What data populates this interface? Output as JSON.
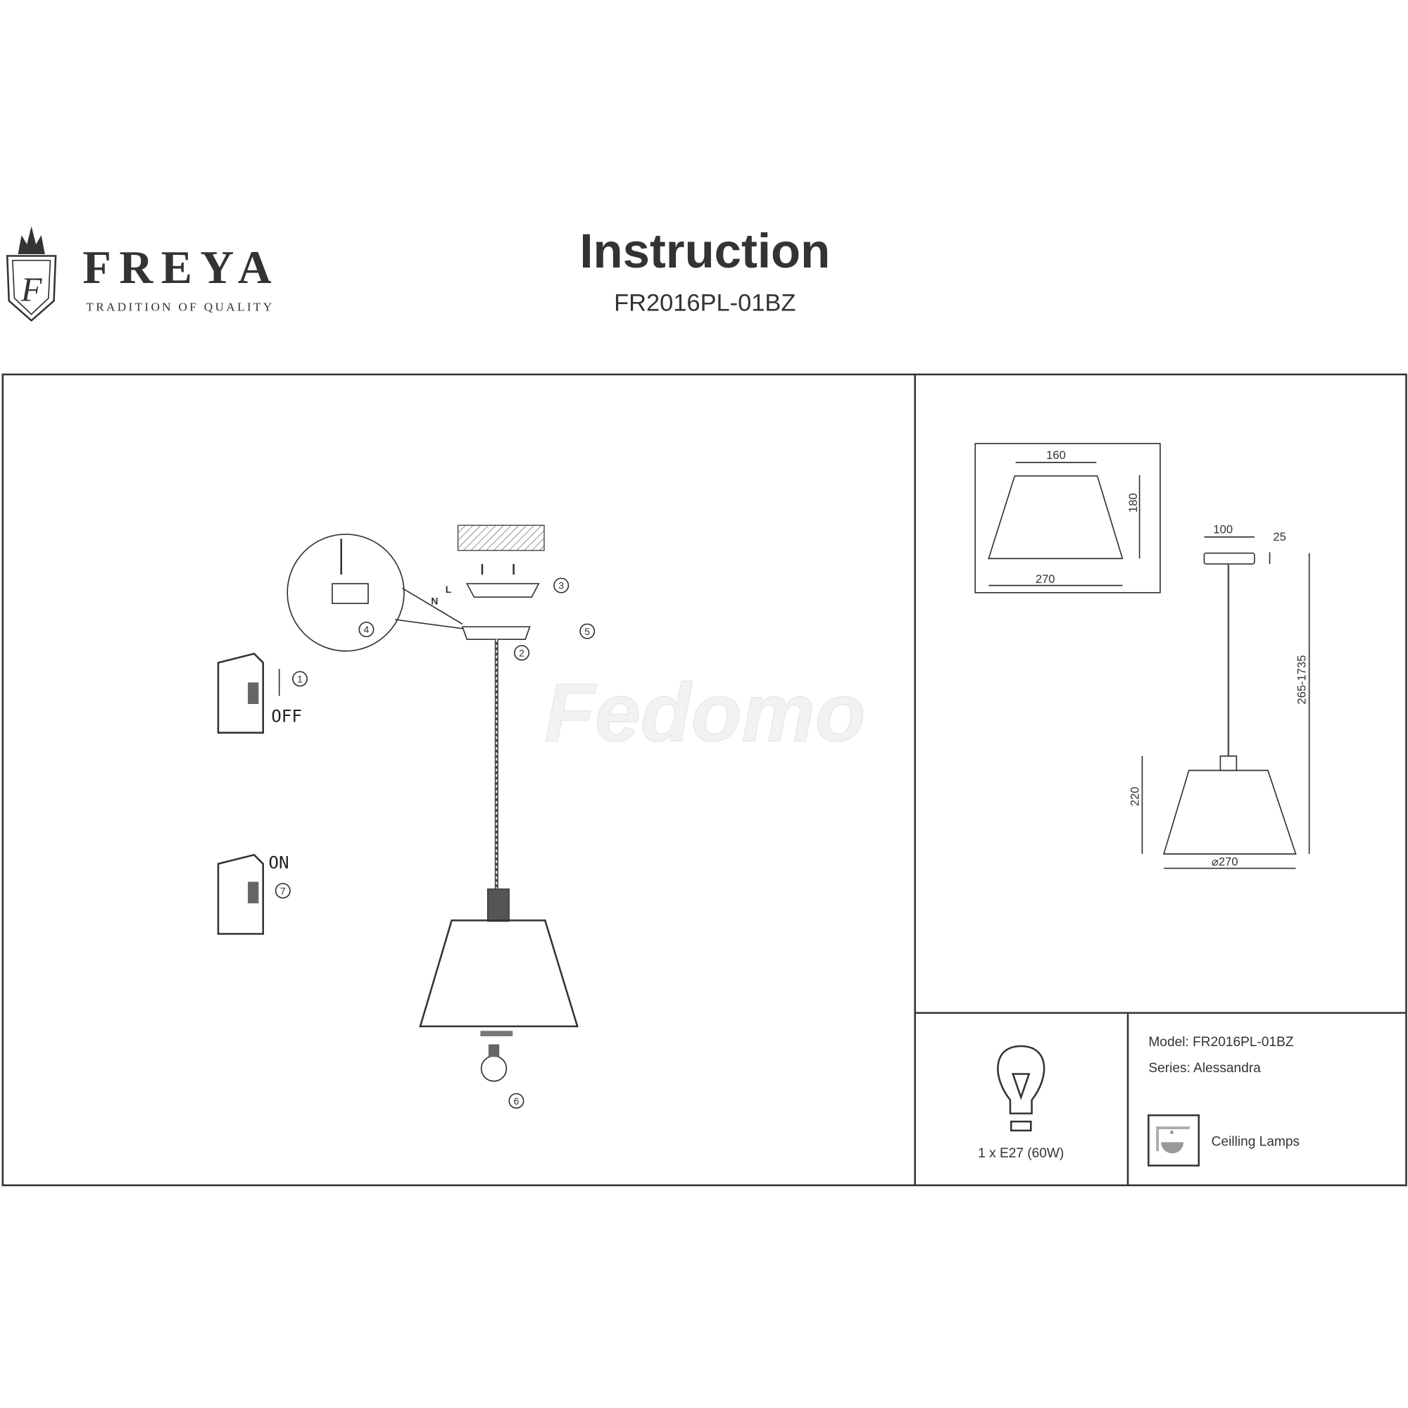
{
  "brand": {
    "name": "FREYA",
    "tagline": "TRADITION OF QUALITY",
    "monogram": "F"
  },
  "header": {
    "title": "Instruction",
    "model_code": "FR2016PL-01BZ"
  },
  "assembly": {
    "steps": [
      "1",
      "2",
      "3",
      "4",
      "5",
      "6",
      "7"
    ],
    "switch_off_label": "OFF",
    "switch_on_label": "ON",
    "wire_n": "N",
    "wire_l": "L",
    "watermark": "Fedomo"
  },
  "dimensions": {
    "shade_top": "160",
    "shade_height": "180",
    "shade_bottom": "270",
    "canopy_diameter": "100",
    "canopy_height": "25",
    "total_height": "265-1735",
    "lamp_height": "220",
    "lamp_diameter": "⌀270"
  },
  "specs": {
    "bulb": "1 x E27 (60W)",
    "model": "Model: FR2016PL-01BZ",
    "series": "Series: Alessandra",
    "category": "Ceilling Lamps"
  }
}
